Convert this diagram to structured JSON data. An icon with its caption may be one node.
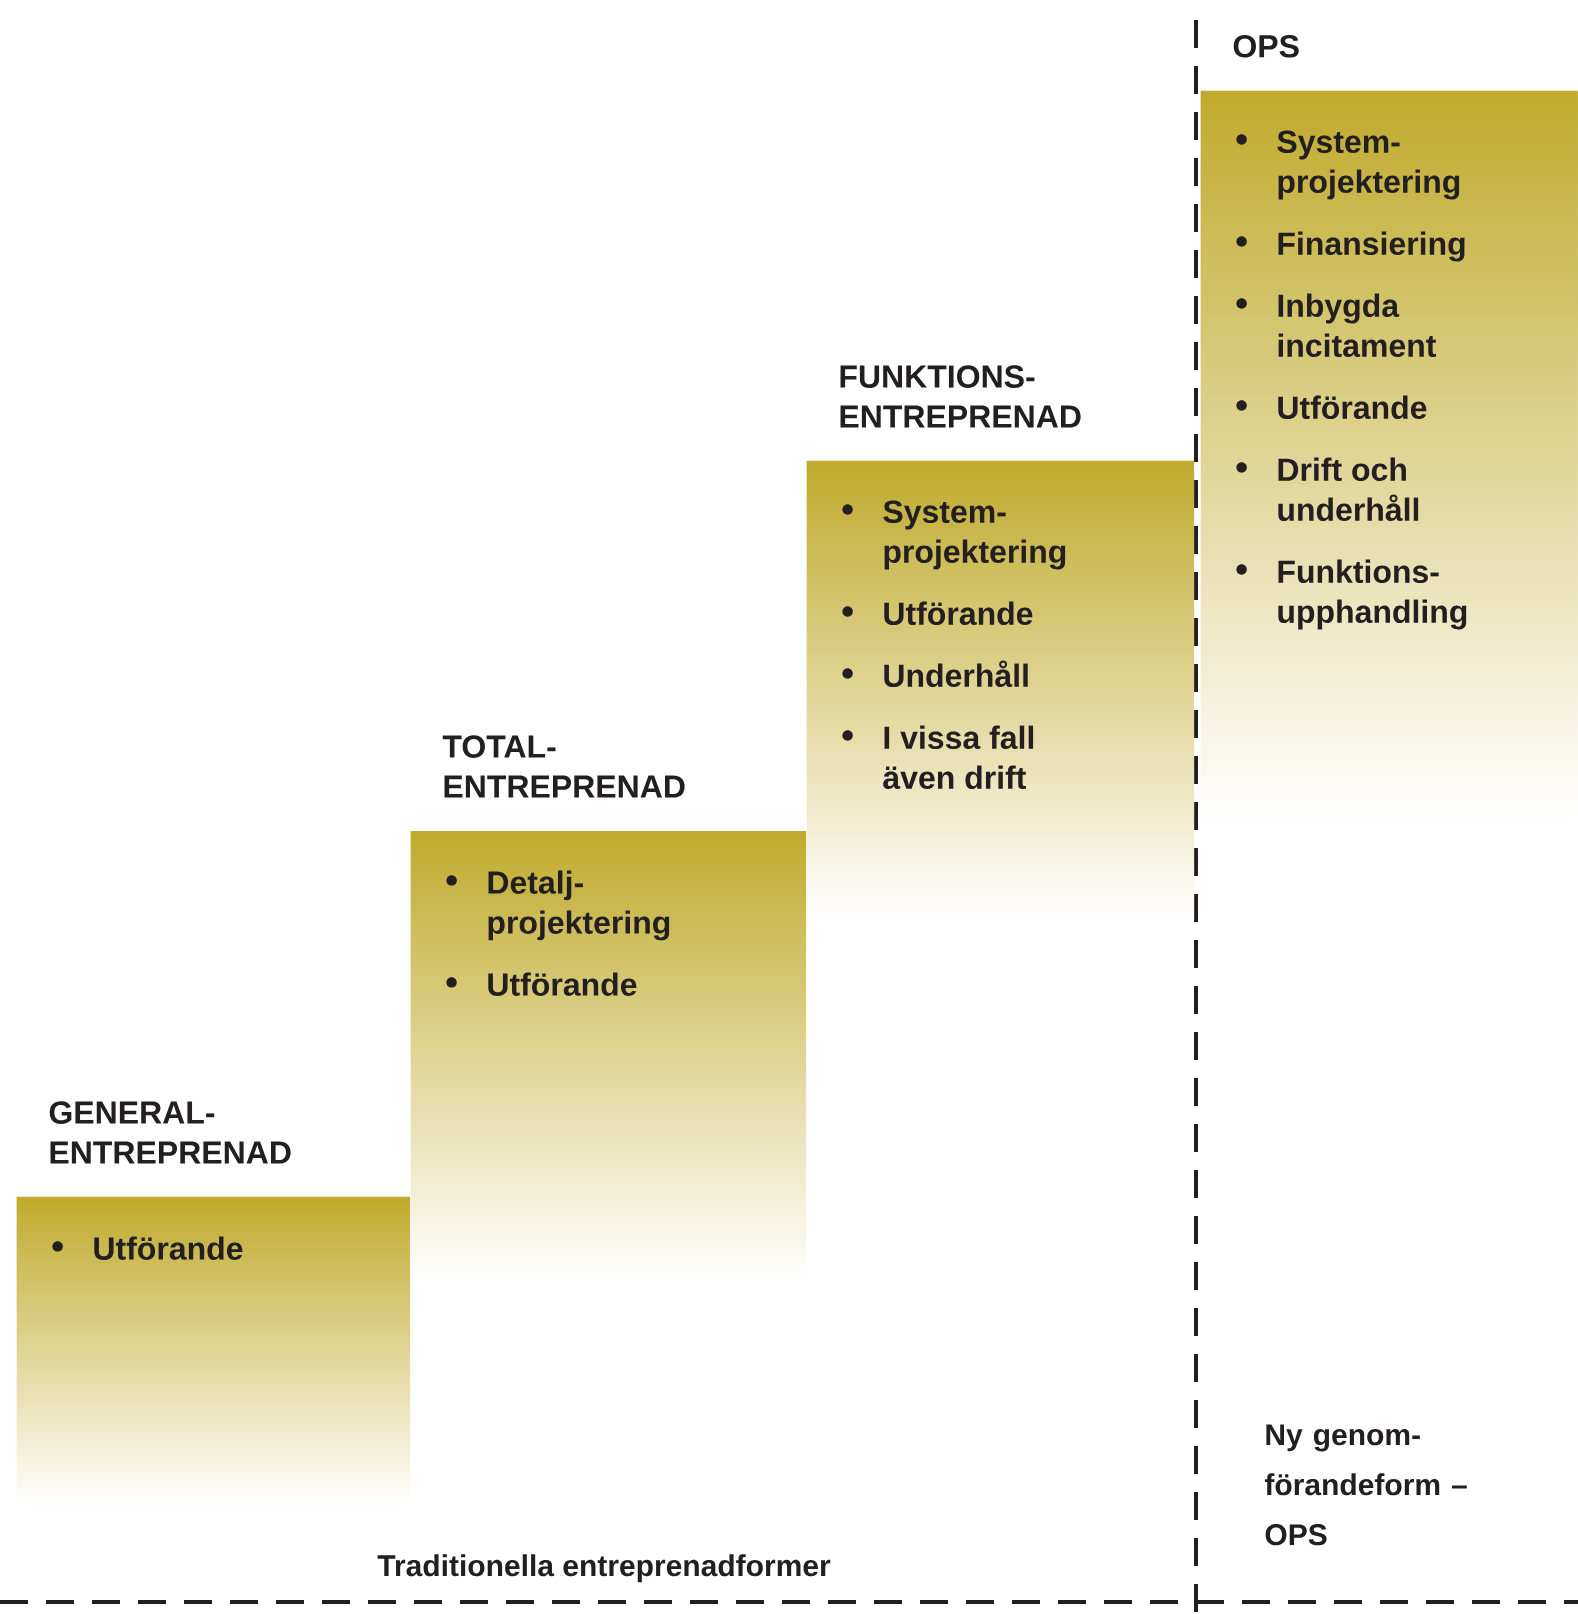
{
  "diagram": {
    "nodes": [
      {
        "text": [
          "GENERAL-ENTREPRENAD",
          "Utförande"
        ]
      },
      {
        "text": [
          "TOTAL-ENTREPRENAD",
          "Detalj-projektering",
          "Utförande"
        ]
      },
      {
        "text": [
          "FUNKTIONS-ENTREPRENAD",
          "System-projektering",
          "Utförande",
          "Underhåll",
          "I vissa fall även drift"
        ]
      },
      {
        "text": [
          "OPS",
          "System-projektering",
          "Finansiering",
          "Inbygda incitament",
          "Utförande",
          "Drift och underhåll",
          "Funktions-upphandling"
        ]
      }
    ],
    "labels": [
      "Traditionella entreprenadformer",
      "Ny genom-förandeform – OPS"
    ]
  }
}
